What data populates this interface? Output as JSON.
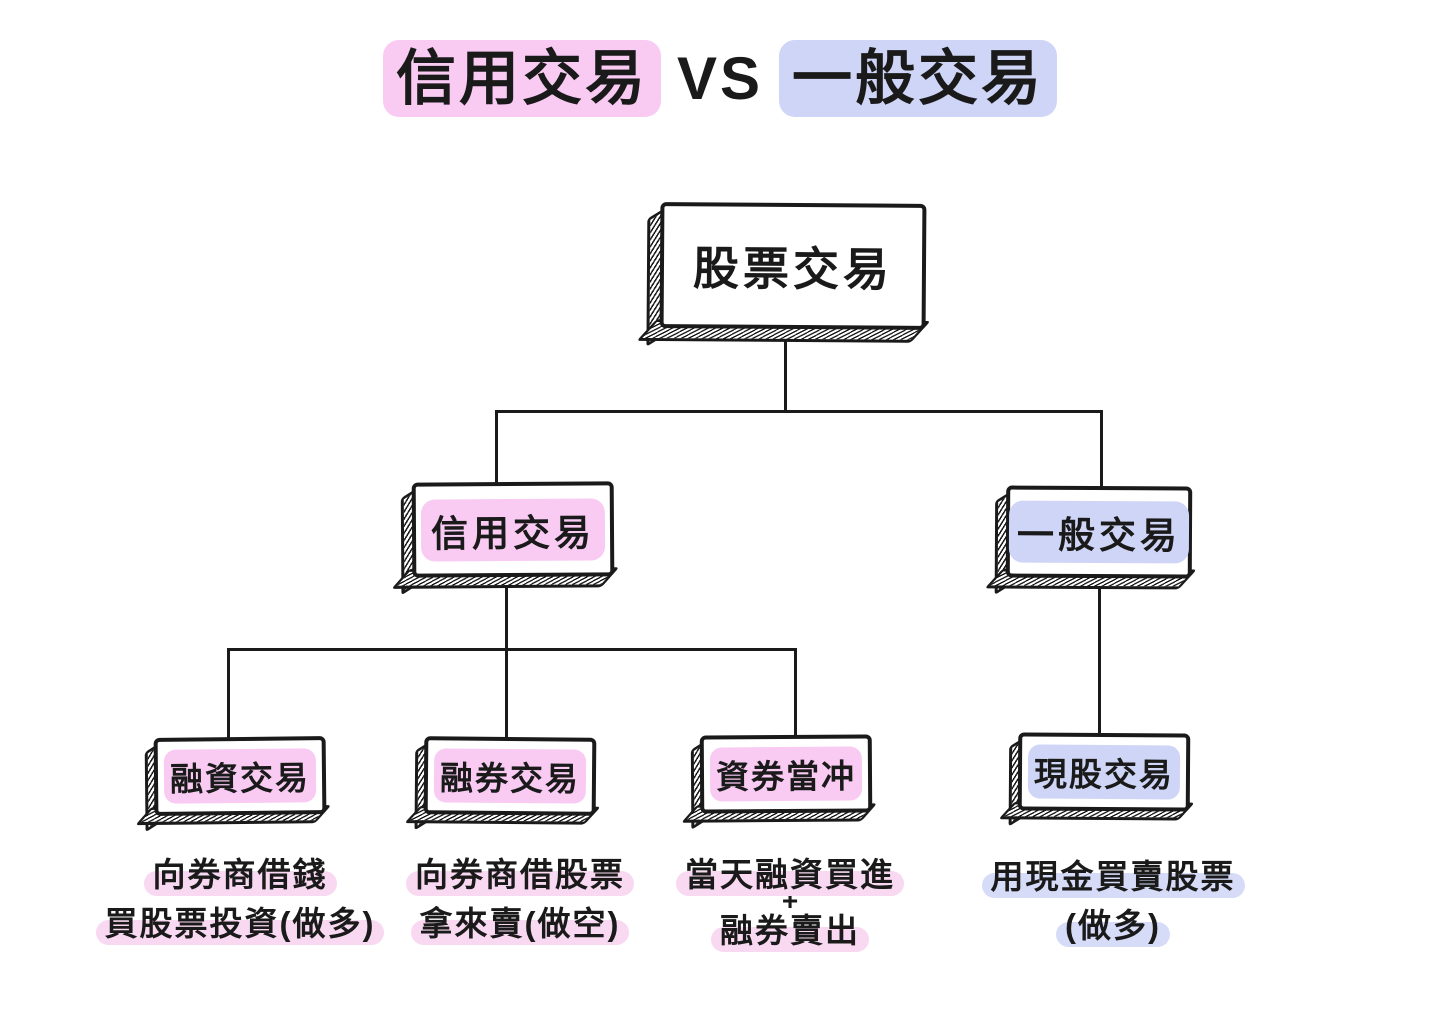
{
  "title": {
    "credit": "信用交易",
    "vs": "VS",
    "regular": "一般交易"
  },
  "colors": {
    "ink": "#1a1a1a",
    "pink_highlight": "#f9cbf3",
    "pink_soft_highlight": "#f8d9f1",
    "lavender_highlight": "#cfd5f6",
    "lavender_soft_highlight": "#d6dcf8"
  },
  "nodes": {
    "root": {
      "label": "股票交易"
    },
    "credit": {
      "label": "信用交易"
    },
    "regular": {
      "label": "一般交易"
    },
    "margin_buy": {
      "label": "融資交易"
    },
    "short_sell": {
      "label": "融券交易"
    },
    "day_trade": {
      "label": "資券當冲"
    },
    "cash": {
      "label": "現股交易"
    }
  },
  "descriptions": {
    "margin_buy": {
      "line1": "向券商借錢",
      "line2": "買股票投資(做多)"
    },
    "short_sell": {
      "line1": "向券商借股票",
      "line2": "拿來賣(做空)"
    },
    "day_trade": {
      "line1": "當天融資買進",
      "plus": "+",
      "line2": "融券賣出"
    },
    "cash": {
      "line1": "用現金買賣股票",
      "line2": "(做多)"
    }
  }
}
